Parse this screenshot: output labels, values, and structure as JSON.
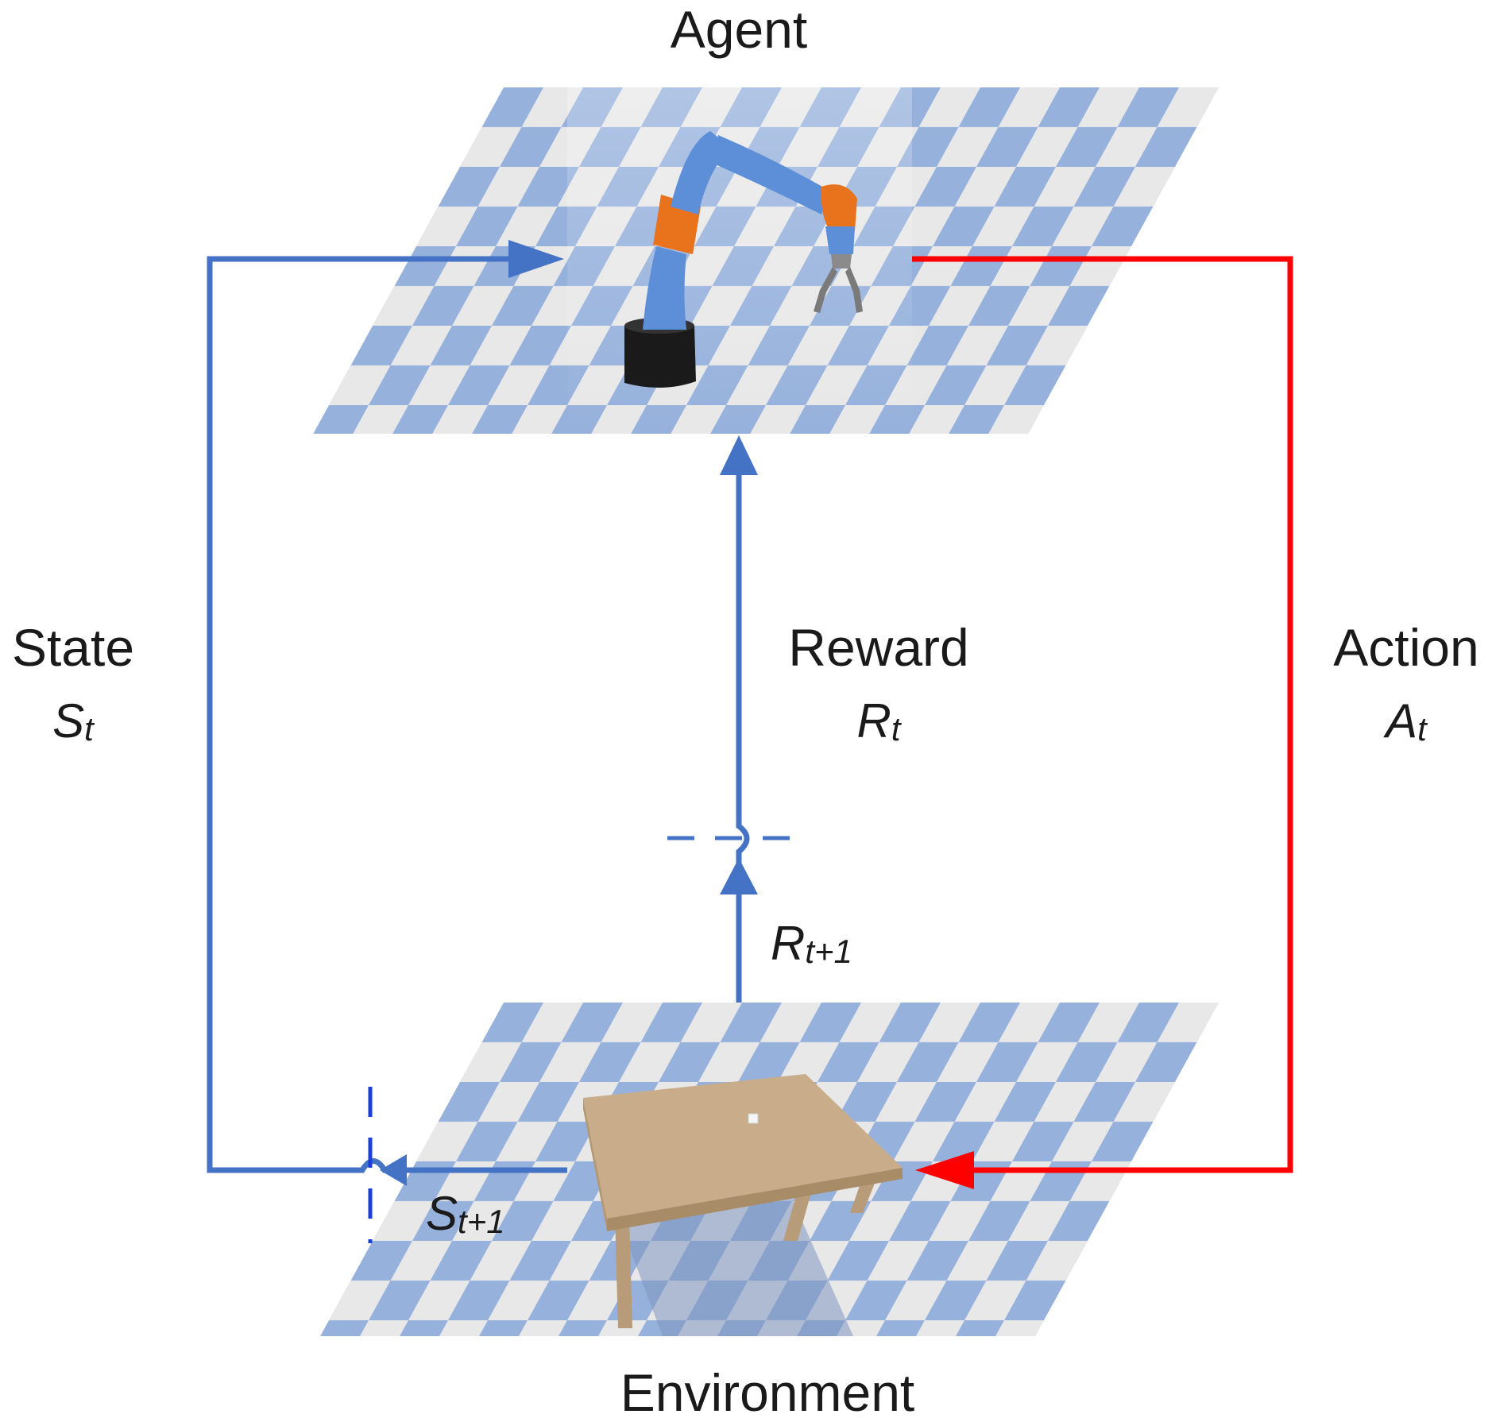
{
  "nodes": {
    "agent": {
      "title": "Agent",
      "scene": "robot-arm-on-checkerboard"
    },
    "environment": {
      "title": "Environment",
      "scene": "table-with-cube-on-checkerboard"
    }
  },
  "signals": {
    "state": {
      "word": "State",
      "symbol": "S",
      "subscript": "t",
      "color": "#4472c4"
    },
    "reward": {
      "word": "Reward",
      "symbol": "R",
      "subscript": "t",
      "color": "#4472c4"
    },
    "action": {
      "word": "Action",
      "symbol": "A",
      "subscript": "t",
      "color": "#ff0000"
    },
    "next_reward": {
      "symbol": "R",
      "subscript": "t+1",
      "color": "#4472c4"
    },
    "next_state": {
      "symbol": "S",
      "subscript": "t+1",
      "color": "#4472c4"
    }
  },
  "colors": {
    "checker_blue": "#96b1dc",
    "checker_light": "#e8e8e8",
    "robot_link": "#5d8fd8",
    "robot_joint": "#e8731c",
    "table_top": "#c9ad8a",
    "delay_marker": "#1a3fd6"
  }
}
